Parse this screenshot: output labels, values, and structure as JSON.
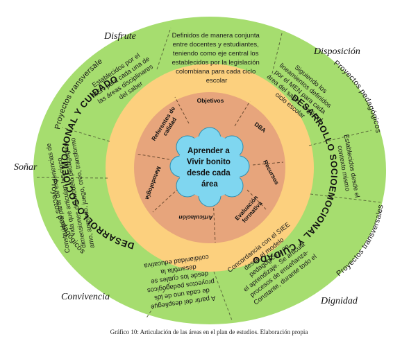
{
  "values": {
    "disfrute": "Disfrute",
    "disposicion": "Disposición",
    "sonar": "Soñar",
    "convivencia": "Convivencia",
    "dignidad": "Dignidad"
  },
  "green_ring": {
    "top": [
      "Definidos de manera conjunta",
      "entre docentes y estudiantes,",
      "teniendo como eje central los",
      "establecidos por la legislación",
      "colombiana para cada ciclo",
      "escolar"
    ],
    "top_left": [
      "Establecidos por el",
      "MEN para cada una de",
      "las áreas disciplinares",
      "del saber"
    ],
    "top_right": [
      "Siguiendo los",
      "lineamientos definidos",
      "por el MEN para cada",
      "área del saber, según el",
      "ciclo escolar"
    ],
    "right": [
      "Establecidos desde el",
      "contexto mismo"
    ],
    "left": [
      "Construida a partir de experiencias de",
      "vida que articulan las cinco",
      "dimensiones del modelo pedagógico",
      "amo, aprendo, juego, creo, transformo"
    ],
    "bottom": [
      "A partir del despliegue",
      "de cada uno de los",
      "proyectos pedagógicos",
      "desde los cuales se",
      "desarrolla la",
      "cotidianidad educativa"
    ],
    "bottom_right": [
      "Concordancia con el SIEE",
      "desde el modelo",
      "pedagógico y en",
      "el aprendizaje. Se articula",
      "procesos de enseñanza-",
      "Constante, durante todo el"
    ]
  },
  "projects": {
    "upper_left": "Proyectos transversales",
    "upper_right": "Proyectos pedagógicos",
    "lower_left": "Proyectos pedagógicos",
    "lower_right": "Proyectos transversales"
  },
  "orange_ring": {
    "left": "DESARROLLO SOCIOEMOCIONAL Y CUIDADO",
    "right": "DESARROLLO SOCIOEMOCIONAL Y CUIDADO"
  },
  "salmon_ring": {
    "objetivos": "Objetivos",
    "dba": "DBA",
    "recursos": "Recursos",
    "evaluacion": [
      "Evaluación",
      "formativa"
    ],
    "articulacion": "Articulación",
    "metodologia": "Metodología",
    "referentes": [
      "Referentes de",
      "calidad"
    ]
  },
  "center": [
    "Aprender a",
    "Vivir bonito",
    "desde cada",
    "área"
  ],
  "caption": "Gráfico 10: Articulación de las áreas en el plan de estudios. Elaboración propia",
  "colors": {
    "green": "#a6dd6f",
    "orange": "#fcd07e",
    "salmon": "#e7a57c",
    "cloud": "#7fd6f0"
  }
}
